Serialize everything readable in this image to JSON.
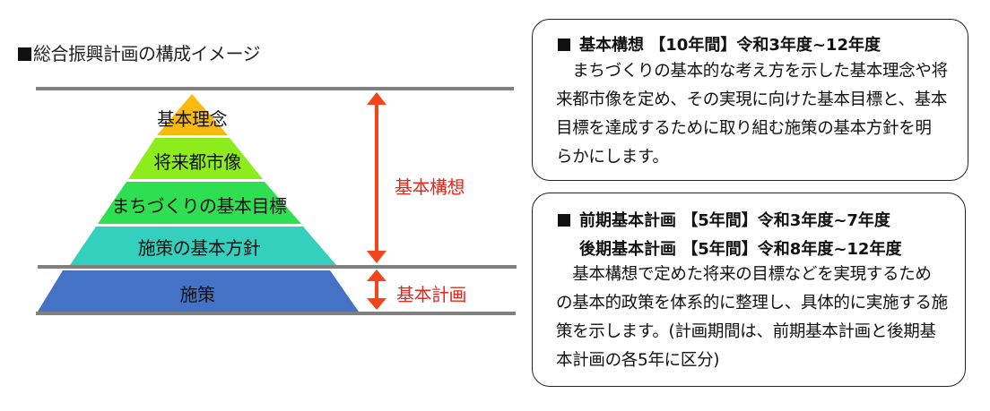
{
  "title": "総合振興計画の構成イメージ",
  "diagram": {
    "pyramid_layers": [
      {
        "label": "基本理念",
        "color": "#fbb80f"
      },
      {
        "label": "将来都市像",
        "color": "#8cec1c"
      },
      {
        "label": "まちづくりの基本目標",
        "color": "#2ee051"
      },
      {
        "label": "施策の基本方針",
        "color": "#35cfbd"
      },
      {
        "label": "施策",
        "color": "#4472c4"
      }
    ],
    "divider_color": "#808080",
    "arrow_color": "#f44419",
    "side_labels": {
      "kihon_kousou": "基本構想",
      "kihon_keikaku": "基本計画"
    },
    "side_label_color": "#e8241b"
  },
  "boxes": {
    "kousou": {
      "heading": "基本構想 【10年間】令和3年度~12年度",
      "lines": [
        "　まちづくりの基本的な考え方を示した基本理念や将",
        "来都市像を定め、その実現に向けた基本目標と、基本",
        "目標を達成するために取り組む施策の基本方針を明",
        "らかにします。"
      ]
    },
    "keikaku": {
      "heading1": "前期基本計画 【5年間】令和3年度~7年度",
      "heading2": "後期基本計画 【5年間】令和8年度~12年度",
      "lines": [
        "　基本構想で定めた将来の目標などを実現するため",
        "の基本的政策を体系的に整理し、具体的に実施する施",
        "策を示します。(計画期間は、前期基本計画と後期基",
        "本計画の各5年に区分)"
      ]
    }
  }
}
